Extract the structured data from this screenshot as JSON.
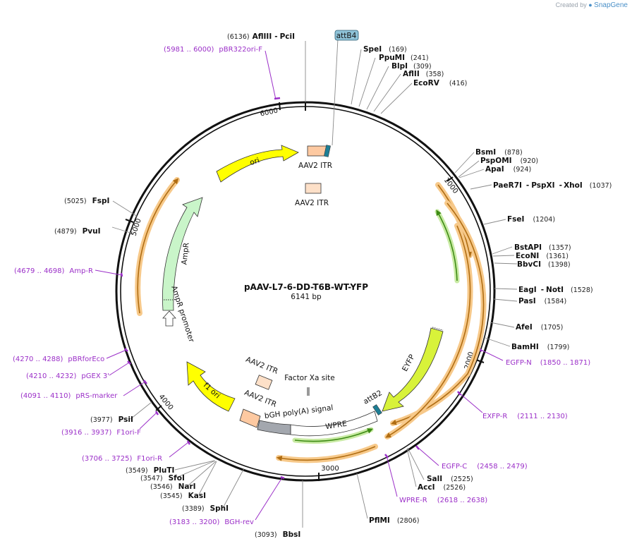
{
  "brand": {
    "prefix": "Created by",
    "name": "SnapGene"
  },
  "plasmid": {
    "name": "pAAV-L7-6-DD-T6B-WT-YFP",
    "length": "6141 bp",
    "bp": 6141
  },
  "ticks": [
    "1000",
    "2000",
    "3000",
    "4000",
    "5000",
    "6000"
  ],
  "enzymes": [
    {
      "name": "AflIII",
      "name2": "PciI",
      "pos": "(6136)"
    },
    {
      "name": "SpeI",
      "pos": "(169)"
    },
    {
      "name": "PpuMI",
      "pos": "(241)"
    },
    {
      "name": "BlpI",
      "pos": "(309)"
    },
    {
      "name": "AflII",
      "pos": "(358)"
    },
    {
      "name": "EcoRV",
      "pos": "(416)"
    },
    {
      "name": "BsmI",
      "pos": "(878)"
    },
    {
      "name": "PspOMI",
      "pos": "(920)"
    },
    {
      "name": "ApaI",
      "pos": "(924)"
    },
    {
      "name": "PaeR7I",
      "name2": "PspXI",
      "name3": "XhoI",
      "pos": "(1037)"
    },
    {
      "name": "FseI",
      "pos": "(1204)"
    },
    {
      "name": "BstAPI",
      "pos": "(1357)"
    },
    {
      "name": "EcoNI",
      "pos": "(1361)"
    },
    {
      "name": "BbvCI",
      "pos": "(1398)"
    },
    {
      "name": "EagI",
      "name2": "NotI",
      "pos": "(1528)"
    },
    {
      "name": "PasI",
      "pos": "(1584)"
    },
    {
      "name": "AfeI",
      "pos": "(1705)"
    },
    {
      "name": "BamHI",
      "pos": "(1799)"
    },
    {
      "name": "SalI",
      "pos": "(2525)"
    },
    {
      "name": "AccI",
      "pos": "(2526)"
    },
    {
      "name": "PflMI",
      "pos": "(2806)"
    },
    {
      "name": "BbsI",
      "pos": "(3093)"
    },
    {
      "name": "SphI",
      "pos": "(3389)"
    },
    {
      "name": "KasI",
      "pos": "(3545)"
    },
    {
      "name": "NarI",
      "pos": "(3546)"
    },
    {
      "name": "SfoI",
      "pos": "(3547)"
    },
    {
      "name": "PluTI",
      "pos": "(3549)"
    },
    {
      "name": "PsiI",
      "pos": "(3977)"
    },
    {
      "name": "PvuI",
      "pos": "(4879)"
    },
    {
      "name": "FspI",
      "pos": "(5025)"
    }
  ],
  "primers": [
    {
      "name": "pBR322ori-F",
      "range": "(5981 .. 6000)"
    },
    {
      "name": "EGFP-N",
      "range": "(1850 .. 1871)"
    },
    {
      "name": "EXFP-R",
      "range": "(2111 .. 2130)"
    },
    {
      "name": "EGFP-C",
      "range": "(2458 .. 2479)"
    },
    {
      "name": "WPRE-R",
      "range": "(2618 .. 2638)"
    },
    {
      "name": "BGH-rev",
      "range": "(3183 .. 3200)"
    },
    {
      "name": "F1ori-R",
      "range": "(3706 .. 3725)"
    },
    {
      "name": "F1ori-F",
      "range": "(3916 .. 3937)"
    },
    {
      "name": "pRS-marker",
      "range": "(4091 .. 4110)"
    },
    {
      "name": "pGEX 3'",
      "range": "(4210 .. 4232)"
    },
    {
      "name": "pBRforEco",
      "range": "(4270 .. 4288)"
    },
    {
      "name": "Amp-R",
      "range": "(4679 .. 4698)"
    }
  ],
  "features": {
    "attb4": "attB4",
    "attb2": "attB2",
    "ori": "ori",
    "aav2_itr_top": "AAV2 ITR",
    "aav2_itr_inner": "AAV2 ITR",
    "ampr": "AmpR",
    "ampr_promoter": "AmpR promoter",
    "eyfp": "EYFP",
    "wpre": "WPRE",
    "bgh": "bGH poly(A) signal",
    "factor_xa": "Factor Xa site",
    "aav2_itr_bottom_a": "AAV2 ITR",
    "aav2_itr_bottom_b": "AAV2 ITR",
    "f1_ori": "f1 ori"
  },
  "colors": {
    "backbone": "#111111",
    "orange_track": "#f7c98a",
    "orange_arrow": "#b06d12",
    "green_track": "#c8eaa3",
    "green_arrow": "#3d8b14",
    "yellow": "#ffff00",
    "eyfp": "#d8f23a",
    "ampr": "#c9f5c9",
    "itr": "#fdc9a1",
    "itr_light": "#fde0c8",
    "attb": "#8fc3d8",
    "bgh": "#a3a7ae",
    "primer": "#9b2fc8",
    "leader": "#8a8a8a"
  }
}
